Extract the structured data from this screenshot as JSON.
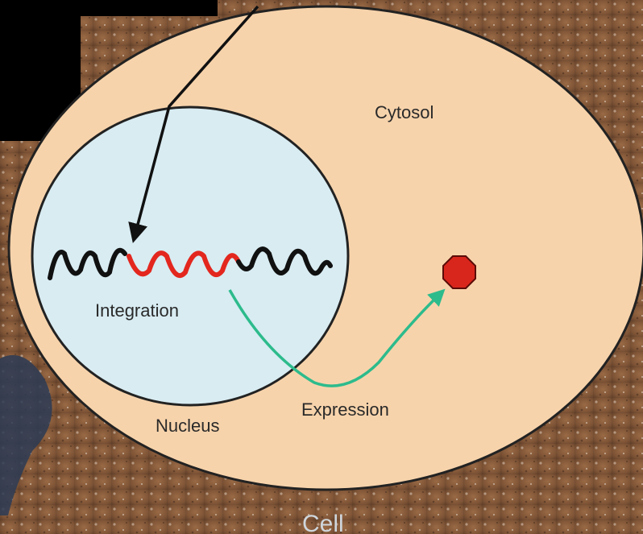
{
  "labels": {
    "cytosol": "Cytosol",
    "integration": "Integration",
    "nucleus": "Nucleus",
    "expression": "Expression",
    "cell": "Cell"
  },
  "colors": {
    "cytosol_fill": "#f7d3ab",
    "nucleus_fill": "#d8ecf2",
    "dna_host": "#111111",
    "dna_inserted": "#e3271e",
    "expression_arrow": "#2dbb8c",
    "protein": "#d9261c",
    "outline": "#2a2a2a"
  }
}
